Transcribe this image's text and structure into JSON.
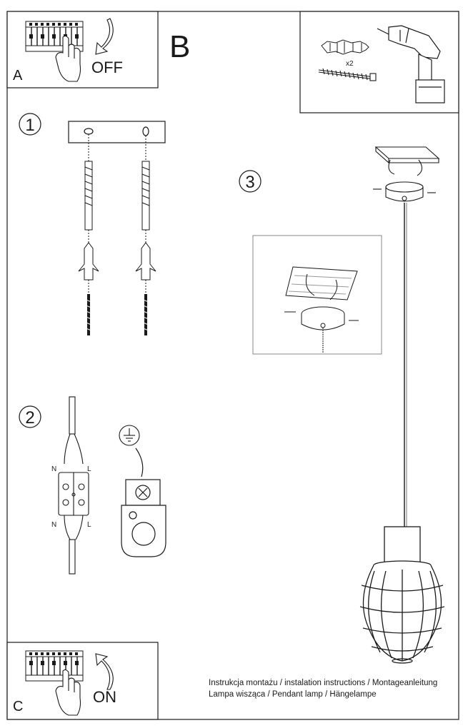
{
  "panels": {
    "a": {
      "letter": "A",
      "action": "OFF"
    },
    "b": {
      "letter": "B",
      "anchor_count": "x2"
    },
    "c": {
      "letter": "C",
      "action": "ON"
    }
  },
  "steps": {
    "step1": {
      "number": "1"
    },
    "step2": {
      "number": "2",
      "neutral_label": "N",
      "live_label": "L"
    },
    "step3": {
      "number": "3"
    }
  },
  "footer": {
    "line1": "Instrukcja montażu / instalation instructions / Montageanleitung",
    "line2": "Lampa wisząca / Pendant lamp / Hängelampe"
  }
}
